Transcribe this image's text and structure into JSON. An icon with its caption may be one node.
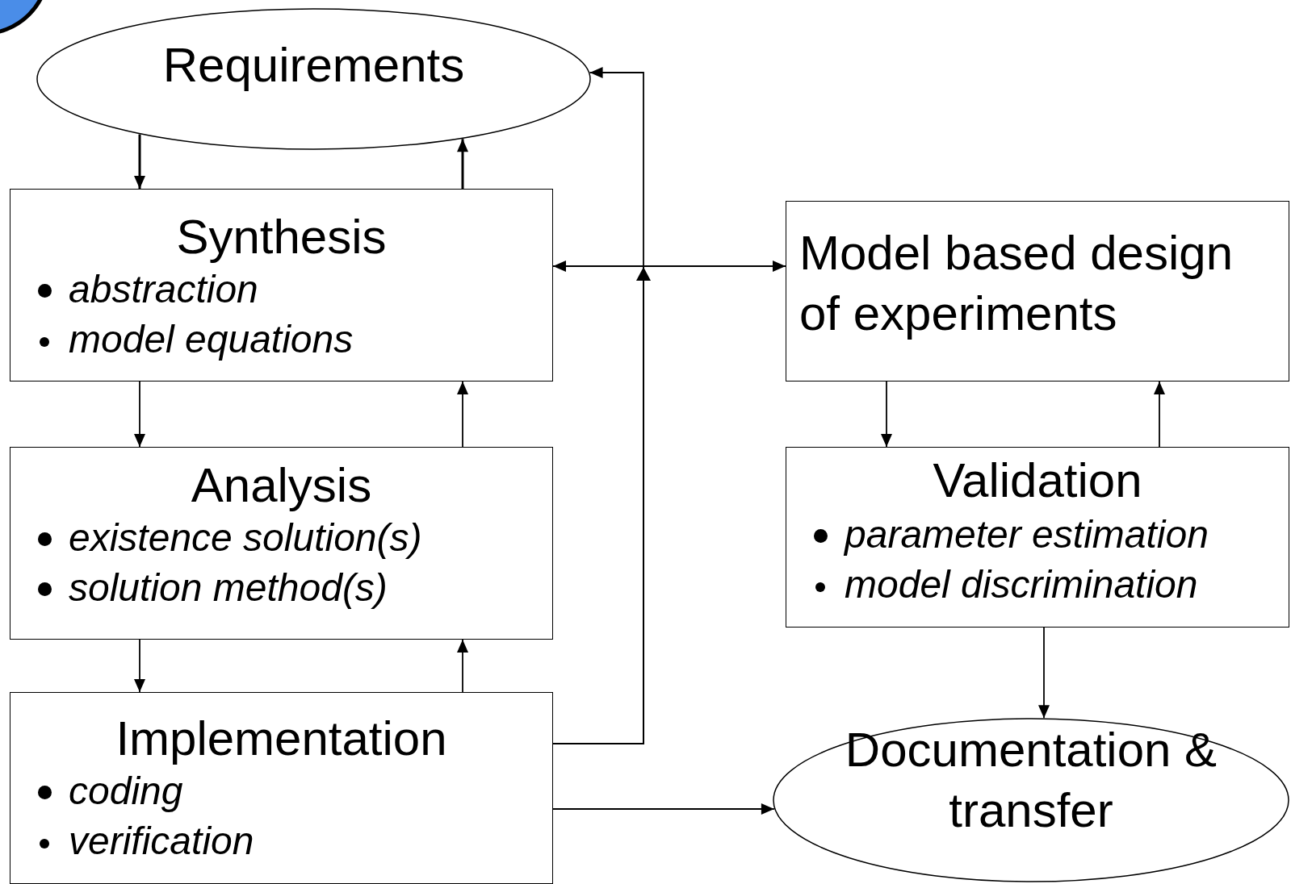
{
  "diagram": {
    "nodes": [
      {
        "text": [
          "Requirements"
        ]
      },
      {
        "text": [
          "Synthesis",
          "abstraction",
          "model equations"
        ]
      },
      {
        "text": [
          "Analysis",
          "existence solution(s)",
          "solution method(s)"
        ]
      },
      {
        "text": [
          "Implementation",
          "coding",
          "verification"
        ]
      },
      {
        "text": [
          "Model based design of experiments"
        ]
      },
      {
        "text": [
          "Validation",
          "parameter estimation",
          "model discrimination"
        ]
      },
      {
        "text": [
          "Documentation & transfer"
        ]
      }
    ],
    "edges": [
      {
        "from": 0,
        "to": 1,
        "arrow": "to"
      },
      {
        "from": 1,
        "to": 0,
        "arrow": "to"
      },
      {
        "from": 1,
        "to": 2,
        "arrow": "to"
      },
      {
        "from": 2,
        "to": 1,
        "arrow": "to"
      },
      {
        "from": 2,
        "to": 3,
        "arrow": "to"
      },
      {
        "from": 3,
        "to": 2,
        "arrow": "to"
      },
      {
        "from": 3,
        "to": 0,
        "arrow": "to"
      },
      {
        "from": 3,
        "to": 1,
        "arrow": "to"
      },
      {
        "from": 3,
        "to": 4,
        "arrow": "to"
      },
      {
        "from": 4,
        "to": 5,
        "arrow": "to"
      },
      {
        "from": 5,
        "to": 4,
        "arrow": "to"
      },
      {
        "from": 5,
        "to": 6,
        "arrow": "to"
      },
      {
        "from": 3,
        "to": 6,
        "arrow": "to"
      }
    ]
  }
}
